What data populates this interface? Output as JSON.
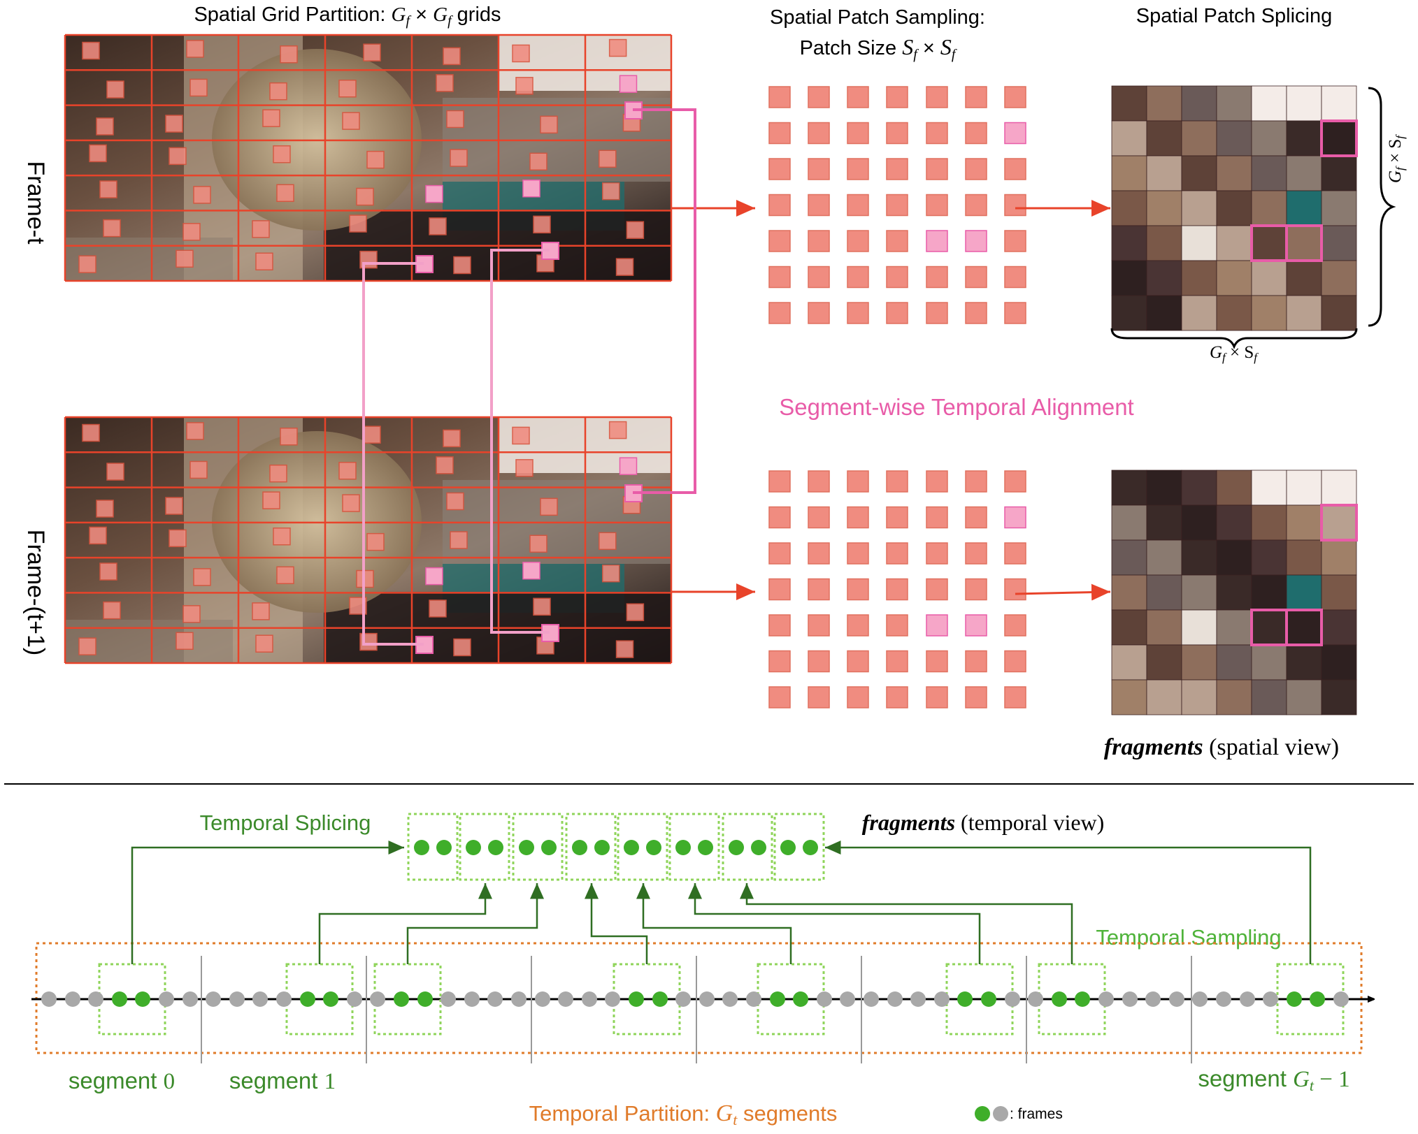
{
  "headers": {
    "grid_partition_prefix": "Spatial Grid Partition: ",
    "grid_partition_math": "G",
    "grid_partition_sub": "f",
    "grid_partition_times": " × ",
    "grid_partition_suffix": " grids",
    "patch_sampling_line1": "Spatial Patch Sampling:",
    "patch_sampling_line2_prefix": "Patch Size ",
    "patch_sampling_math": "S",
    "patch_sampling_sub": "f",
    "patch_splicing": "Spatial Patch Splicing"
  },
  "frames": {
    "frame_t": "Frame-t",
    "frame_t1": "Frame-(t+1)"
  },
  "labels": {
    "alignment": "Segment-wise Temporal Alignment",
    "brace_right": "G",
    "brace_right_sub1": "f",
    "brace_right_mid": " × S",
    "brace_right_sub2": "f",
    "fragments_spatial_bold": "fragments",
    "fragments_spatial_rest": " (spatial view)",
    "fragments_temporal_bold": "fragments",
    "fragments_temporal_rest": " (temporal view)",
    "temporal_splicing": "Temporal Splicing",
    "temporal_sampling": "Temporal Sampling",
    "segment_0": "segment",
    "segment_0_num": "0",
    "segment_1": "segment",
    "segment_1_num": "1",
    "segment_last": "segment",
    "segment_last_math": "G",
    "segment_last_sub": "t",
    "segment_last_tail": " − 1",
    "temporal_partition_prefix": "Temporal Partition: ",
    "temporal_partition_math": "G",
    "temporal_partition_sub": "t",
    "temporal_partition_suffix": " segments",
    "frames_legend": ": frames"
  },
  "colors": {
    "grid_red": "#e8432a",
    "patch_salmon": "#f08c80",
    "patch_pink": "#f6a6c8",
    "align_pink": "#e85ca8",
    "green_text": "#3b8a2a",
    "green_dot": "#3fae2a",
    "green_box": "#8fd45a",
    "orange": "#e07b2a",
    "gray_dot": "#a8a8a8"
  }
}
